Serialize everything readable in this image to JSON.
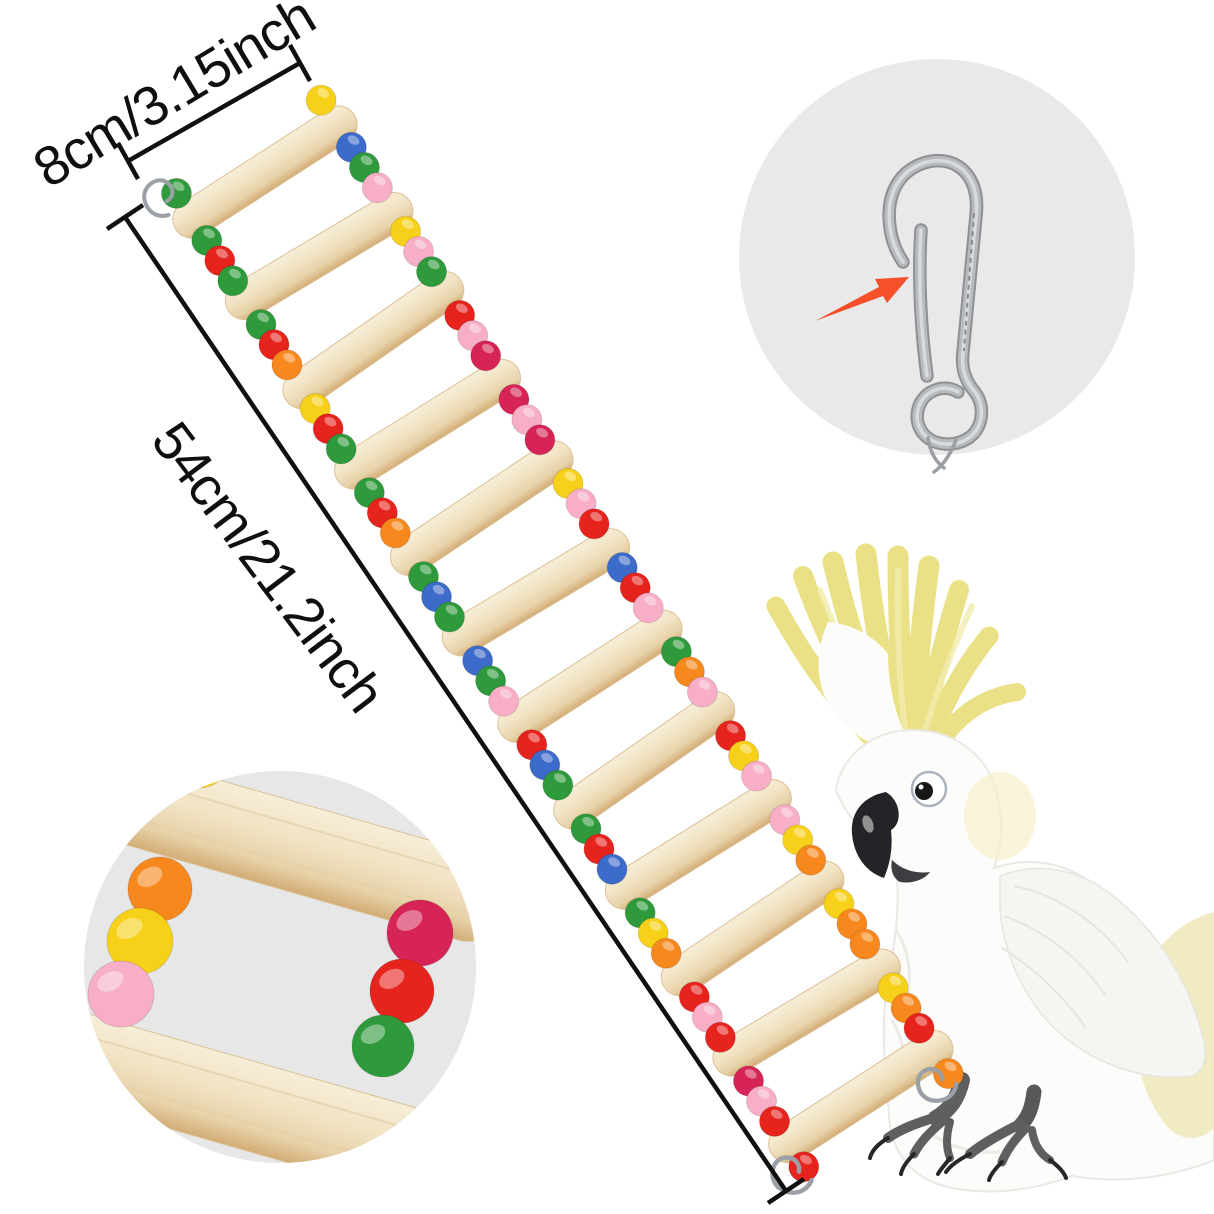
{
  "page": {
    "background": "#ffffff"
  },
  "annotations": {
    "rung_width_label": "8cm/3.15inch",
    "ladder_length_label": "54cm/21.2inch",
    "text_color": "#0f0f0f",
    "line_color": "#101010"
  },
  "ladder": {
    "rung_count": 12,
    "wood_light": "#f7eed8",
    "wood_mid": "#f1e3c4",
    "wood_dark": "#d3ac74",
    "bead_palette": {
      "red": "#e6231d",
      "green": "#2f9a3c",
      "yellow": "#f7d119",
      "pink": "#f7aec6",
      "blue": "#3d6bc9",
      "orange": "#f7881e",
      "crimson": "#d72457"
    },
    "top_beads": {
      "left": "green",
      "right": "yellow"
    },
    "end_beads": {
      "left": "red",
      "right": "orange"
    },
    "left_gaps": [
      [
        "green",
        "red",
        "green"
      ],
      [
        "green",
        "red",
        "orange"
      ],
      [
        "yellow",
        "red",
        "green"
      ],
      [
        "green",
        "red",
        "orange"
      ],
      [
        "green",
        "blue",
        "green"
      ],
      [
        "blue",
        "green",
        "pink"
      ],
      [
        "red",
        "blue",
        "green"
      ],
      [
        "green",
        "red",
        "blue"
      ],
      [
        "green",
        "yellow",
        "orange"
      ],
      [
        "red",
        "pink",
        "red"
      ],
      [
        "crimson",
        "pink",
        "red"
      ]
    ],
    "right_gaps": [
      [
        "blue",
        "green",
        "pink"
      ],
      [
        "yellow",
        "pink",
        "green"
      ],
      [
        "red",
        "pink",
        "crimson"
      ],
      [
        "crimson",
        "pink",
        "crimson"
      ],
      [
        "yellow",
        "pink",
        "red"
      ],
      [
        "blue",
        "red",
        "pink"
      ],
      [
        "green",
        "orange",
        "pink"
      ],
      [
        "red",
        "yellow",
        "pink"
      ],
      [
        "pink",
        "yellow",
        "orange"
      ],
      [
        "yellow",
        "orange",
        "orange"
      ],
      [
        "yellow",
        "orange",
        "red"
      ]
    ]
  },
  "hook_inset": {
    "icon": "metal-hanging-clip-icon",
    "background": "#e9e9e9",
    "metal_light": "#d8dadc",
    "metal_mid": "#b8bbbe",
    "metal_dark": "#8e9094",
    "arrow_color": "#f4502a"
  },
  "closeup_inset": {
    "background": "#e7e7e7",
    "left_beads": [
      "orange",
      "yellow",
      "pink"
    ],
    "right_beads": [
      "crimson",
      "red",
      "green"
    ],
    "partial_top_bead": "yellow"
  },
  "parrot": {
    "subject": "white-cockatoo-parrot",
    "colors": {
      "crest": "#eae187",
      "crest_light": "#f1ecae",
      "body": "#fcfcfb",
      "body_edge": "#e9e8e3",
      "wing": "#f5f5f2",
      "wing_edge": "#e6e5df",
      "under_tail": "#eee9bb",
      "nape_wash": "#f4efc8",
      "beak": "#232427",
      "beak_lower": "#3c3e42",
      "eye_ring": "#ffffff",
      "eye_rim": "#aab3bc",
      "eye_pupil": "#17181a",
      "feet": "#5f5f5f",
      "claws": "#26272a"
    }
  }
}
